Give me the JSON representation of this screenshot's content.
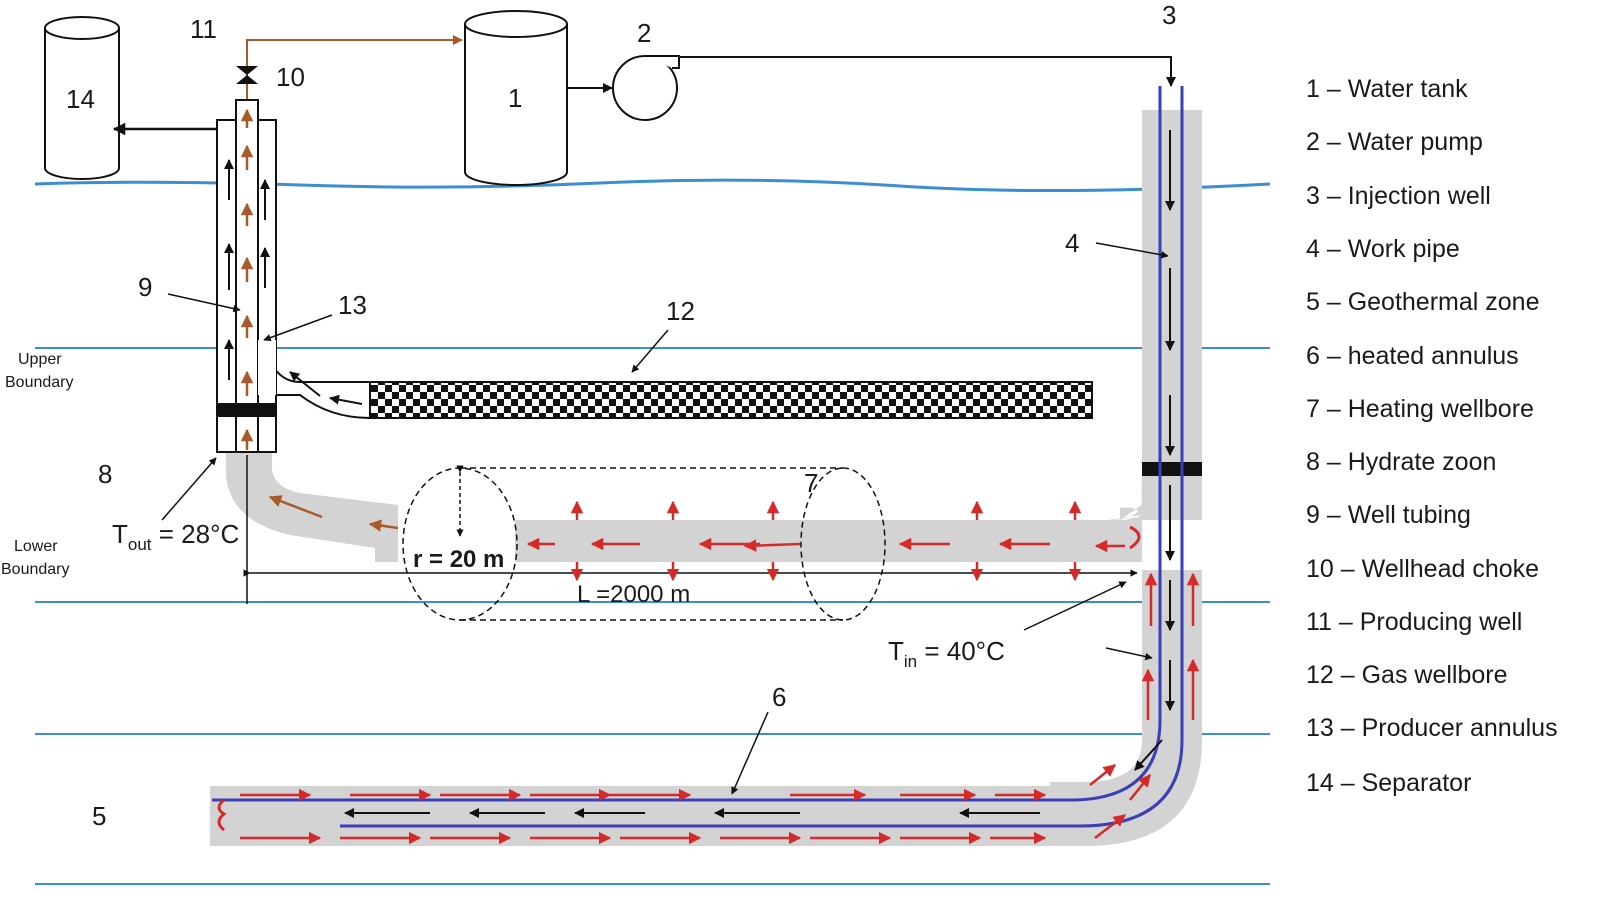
{
  "labels": {
    "n1": "1",
    "n2": "2",
    "n3": "3",
    "n4": "4",
    "n5": "5",
    "n6": "6",
    "n7": "7",
    "n8": "8",
    "n9": "9",
    "n10": "10",
    "n11": "11",
    "n12": "12",
    "n13": "13",
    "n14": "14"
  },
  "boundaries": {
    "upper_line1": "Upper",
    "upper_line2": "Boundary",
    "lower_line1": "Lower",
    "lower_line2": "Boundary"
  },
  "dimensions": {
    "radius": "r = 20 m",
    "length": "L =2000 m"
  },
  "temperatures": {
    "t_out_symbol": "T",
    "t_out_sub": "out",
    "t_out_value": " = 28°C",
    "t_in_symbol": "T",
    "t_in_sub": "in",
    "t_in_value": " = 40°C"
  },
  "legend": [
    "1 – Water tank",
    "2 – Water pump",
    "3 – Injection well",
    "4 – Work pipe",
    "5 – Geothermal zone",
    "6 – heated annulus",
    "7 – Heating wellbore",
    "8 – Hydrate zoon",
    "9 – Well tubing",
    "10 – Wellhead choke",
    "11 – Producing well",
    "12 – Gas wellbore",
    "13 – Producer annulus",
    "14 – Separator"
  ],
  "colors": {
    "ground": "#3b8fd0",
    "casing": "#d3d3d3",
    "work_pipe": "#3a3fb5",
    "flow_hot": "#d42a2a",
    "flow_gas": "#a85a2b",
    "flow_water": "#111111"
  }
}
